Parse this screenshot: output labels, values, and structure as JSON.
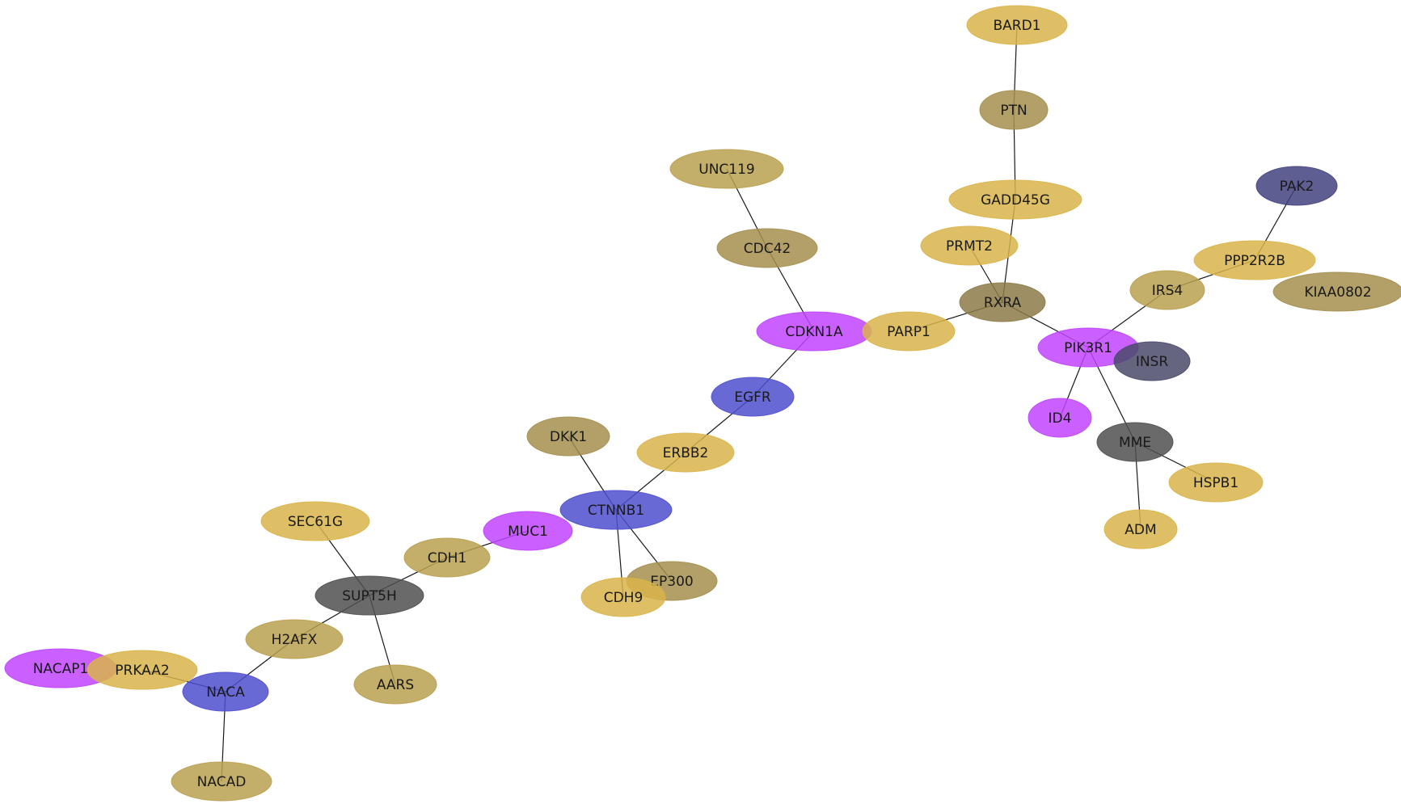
{
  "colors": {
    "gold": "#d9b44a",
    "olive": "#a48f4e",
    "olive_tan": "#b9a050",
    "brown_olive": "#8c7a48",
    "purple": "#bf44ff",
    "blue": "#4f4fcf",
    "dark_gray": "#505050",
    "slate": "#4a4a6a",
    "indigo": "#424280"
  },
  "nodes": [
    {
      "id": "BARD1",
      "label": "BARD1",
      "color": "gold"
    },
    {
      "id": "PTN",
      "label": "PTN",
      "color": "olive"
    },
    {
      "id": "GADD45G",
      "label": "GADD45G",
      "color": "gold"
    },
    {
      "id": "PAK2",
      "label": "PAK2",
      "color": "indigo"
    },
    {
      "id": "PPP2R2B",
      "label": "PPP2R2B",
      "color": "gold"
    },
    {
      "id": "KIAA0802",
      "label": "KIAA0802",
      "color": "olive"
    },
    {
      "id": "UNC119",
      "label": "UNC119",
      "color": "olive_tan"
    },
    {
      "id": "CDC42",
      "label": "CDC42",
      "color": "olive"
    },
    {
      "id": "PRMT2",
      "label": "PRMT2",
      "color": "gold"
    },
    {
      "id": "RXRA",
      "label": "RXRA",
      "color": "brown_olive"
    },
    {
      "id": "IRS4",
      "label": "IRS4",
      "color": "olive_tan"
    },
    {
      "id": "CDKN1A",
      "label": "CDKN1A",
      "color": "purple"
    },
    {
      "id": "PARP1",
      "label": "PARP1",
      "color": "gold"
    },
    {
      "id": "PIK3R1",
      "label": "PIK3R1",
      "color": "purple"
    },
    {
      "id": "INSR",
      "label": "INSR",
      "color": "slate"
    },
    {
      "id": "EGFR",
      "label": "EGFR",
      "color": "blue"
    },
    {
      "id": "ID4",
      "label": "ID4",
      "color": "purple"
    },
    {
      "id": "DKK1",
      "label": "DKK1",
      "color": "olive"
    },
    {
      "id": "ERBB2",
      "label": "ERBB2",
      "color": "gold"
    },
    {
      "id": "MME",
      "label": "MME",
      "color": "dark_gray"
    },
    {
      "id": "HSPB1",
      "label": "HSPB1",
      "color": "gold"
    },
    {
      "id": "CTNNB1",
      "label": "CTNNB1",
      "color": "blue"
    },
    {
      "id": "SEC61G",
      "label": "SEC61G",
      "color": "gold"
    },
    {
      "id": "MUC1",
      "label": "MUC1",
      "color": "purple"
    },
    {
      "id": "ADM",
      "label": "ADM",
      "color": "gold"
    },
    {
      "id": "CDH1",
      "label": "CDH1",
      "color": "olive_tan"
    },
    {
      "id": "EP300",
      "label": "EP300",
      "color": "olive"
    },
    {
      "id": "SUPT5H",
      "label": "SUPT5H",
      "color": "dark_gray"
    },
    {
      "id": "CDH9",
      "label": "CDH9",
      "color": "gold"
    },
    {
      "id": "H2AFX",
      "label": "H2AFX",
      "color": "olive_tan"
    },
    {
      "id": "NACAP1",
      "label": "NACAP1",
      "color": "purple"
    },
    {
      "id": "PRKAA2",
      "label": "PRKAA2",
      "color": "gold"
    },
    {
      "id": "NACA",
      "label": "NACA",
      "color": "blue"
    },
    {
      "id": "AARS",
      "label": "AARS",
      "color": "olive_tan"
    },
    {
      "id": "NACAD",
      "label": "NACAD",
      "color": "olive_tan"
    }
  ],
  "edges": [
    [
      "BARD1",
      "PTN"
    ],
    [
      "PTN",
      "GADD45G"
    ],
    [
      "GADD45G",
      "RXRA"
    ],
    [
      "PRMT2",
      "RXRA"
    ],
    [
      "RXRA",
      "PARP1"
    ],
    [
      "RXRA",
      "PIK3R1"
    ],
    [
      "PAK2",
      "PPP2R2B"
    ],
    [
      "PPP2R2B",
      "IRS4"
    ],
    [
      "IRS4",
      "PIK3R1"
    ],
    [
      "PIK3R1",
      "ID4"
    ],
    [
      "PIK3R1",
      "MME"
    ],
    [
      "MME",
      "HSPB1"
    ],
    [
      "MME",
      "ADM"
    ],
    [
      "UNC119",
      "CDC42"
    ],
    [
      "CDC42",
      "CDKN1A"
    ],
    [
      "CDKN1A",
      "EGFR"
    ],
    [
      "EGFR",
      "ERBB2"
    ],
    [
      "ERBB2",
      "CTNNB1"
    ],
    [
      "DKK1",
      "CTNNB1"
    ],
    [
      "CTNNB1",
      "CDH9"
    ],
    [
      "CTNNB1",
      "EP300"
    ],
    [
      "MUC1",
      "CDH1"
    ],
    [
      "CDH1",
      "SUPT5H"
    ],
    [
      "SEC61G",
      "SUPT5H"
    ],
    [
      "SUPT5H",
      "H2AFX"
    ],
    [
      "SUPT5H",
      "AARS"
    ],
    [
      "H2AFX",
      "NACA"
    ],
    [
      "NACA",
      "NACAD"
    ],
    [
      "PRKAA2",
      "NACA"
    ]
  ]
}
